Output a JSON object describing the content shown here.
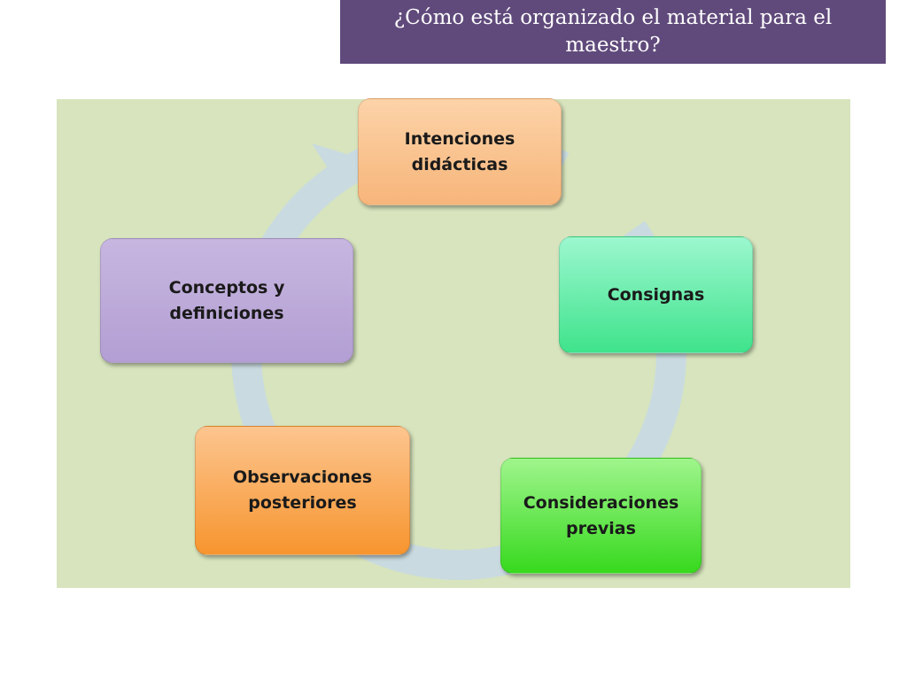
{
  "title": "¿Cómo está organizado el material para el\nmaestro?",
  "cycle": {
    "nodes": [
      {
        "id": "intenciones",
        "label": "Intenciones\ndidácticas",
        "color_top": "#fcd3a8",
        "color_bottom": "#f7b57a"
      },
      {
        "id": "consignas",
        "label": "Consignas",
        "color_top": "#9cf7cf",
        "color_bottom": "#3fe38c"
      },
      {
        "id": "consideraciones",
        "label": "Consideraciones\nprevias",
        "color_top": "#9ff58c",
        "color_bottom": "#37d91e"
      },
      {
        "id": "observaciones",
        "label": "Observaciones\nposteriores",
        "color_top": "#fcc58f",
        "color_bottom": "#f7952f"
      },
      {
        "id": "conceptos",
        "label": "Conceptos y\ndefiniciones",
        "color_top": "#c7b6e0",
        "color_bottom": "#b39fd3"
      }
    ],
    "ring_color": "#c9dbe0",
    "panel_color": "#d7e4bd",
    "title_bar_color": "#604a7b"
  }
}
